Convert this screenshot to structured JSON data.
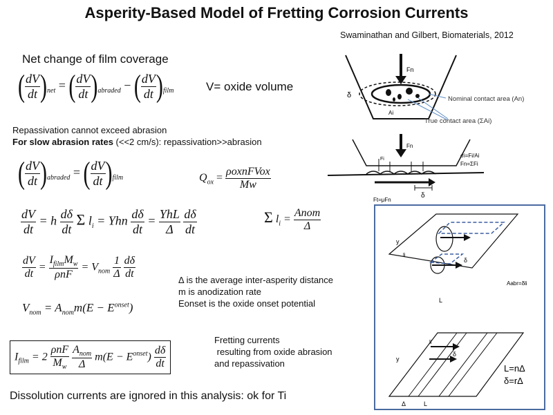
{
  "title": "Asperity-Based Model of Fretting Corrosion Currents",
  "citation": "Swaminathan and Gilbert, Biomaterials, 2012",
  "net_change_label": "Net change of film coverage",
  "eq1": {
    "dV": "dV",
    "dt": "dt",
    "net": "net",
    "abraded": "abraded",
    "film": "film",
    "definition": "V= oxide volume"
  },
  "repass_line1": "Repassivation cannot exceed abrasion",
  "repass_line2_bold": "For slow abrasion rates",
  "repass_line2_rest": " (<<2 cm/s): repassivation>>abrasion",
  "eq_q": {
    "lhs": "Q",
    "lhs_sub": "ox",
    "num": "ρoxnFVox",
    "den": "Mw"
  },
  "eq_sum": {
    "num": "Anom",
    "den": "Δ"
  },
  "explanations": [
    "Δ is the average inter-asperity distance",
    "m is anodization rate",
    "Eonset is the oxide onset potential"
  ],
  "fretting_note": [
    "Fretting currents",
    " resulting from oxide abrasion",
    "and repassivation"
  ],
  "dissolution_note": "Dissolution currents are ignored in this analysis: ok for Ti",
  "diagram_top": {
    "force": "Fn",
    "delta": "δ",
    "nominal_area": "Nominal contact area (An)",
    "true_area": "True contact area (ΣAi)",
    "asperity": "Ai"
  },
  "diagram_mid": {
    "force": "Fn",
    "stress": "σi=Fi/Ai",
    "sum": "Fn=ΣFi",
    "friction": "Ft=μFn",
    "delta": "δ",
    "fi": "Fi"
  },
  "panel": {
    "area_label": "Aabr=δli",
    "L": "L",
    "y": "y",
    "li": "li",
    "delta": "δ",
    "relations": [
      "L=nΔ",
      "δ=rΔ"
    ],
    "delta_bottom": "Δ"
  }
}
